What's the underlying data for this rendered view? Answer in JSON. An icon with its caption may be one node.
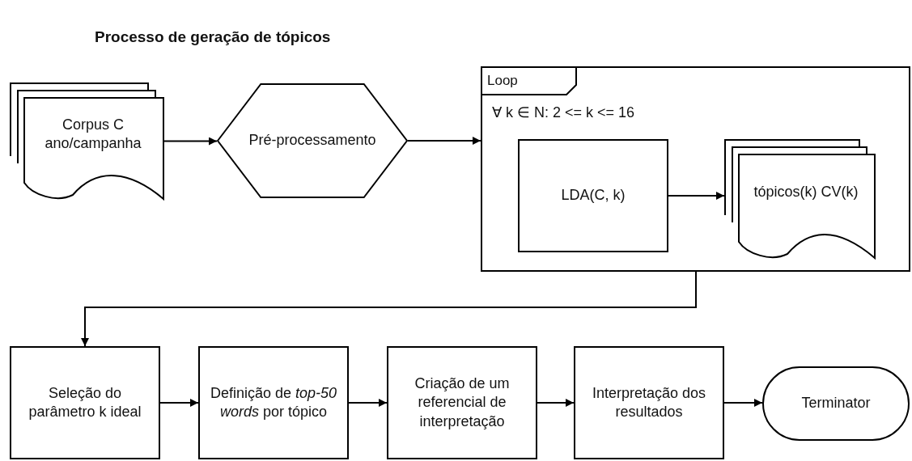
{
  "diagram": {
    "title": "Processo de geração de tópicos",
    "nodes": [
      {
        "text": [
          "Corpus C ano/campanha"
        ]
      },
      {
        "text": [
          "Pré-processamento"
        ]
      },
      {
        "text": [
          "Loop",
          "∀ k ∈ N: 2 <= k <= 16"
        ]
      },
      {
        "text": [
          "LDA(C, k)"
        ],
        "in": 2
      },
      {
        "text": [
          "tópicos(k) CV(k)"
        ],
        "in": 2
      },
      {
        "text": [
          "Seleção do parâmetro k ideal"
        ]
      },
      {
        "text": [
          "Definição de *top-50 words* por tópico"
        ]
      },
      {
        "text": [
          "Criação de um referencial de interpretação"
        ]
      },
      {
        "text": [
          "Interpretação dos resultados"
        ]
      },
      {
        "text": [
          "Terminator"
        ]
      }
    ],
    "edges": [
      {
        "from": 0,
        "to": 1,
        "arrow": "to"
      },
      {
        "from": 1,
        "to": 2,
        "arrow": "to"
      },
      {
        "from": 3,
        "to": 4,
        "arrow": "to"
      },
      {
        "from": 2,
        "to": 5,
        "arrow": "to"
      },
      {
        "from": 5,
        "to": 6,
        "arrow": "to"
      },
      {
        "from": 6,
        "to": 7,
        "arrow": "to"
      },
      {
        "from": 7,
        "to": 8,
        "arrow": "to"
      },
      {
        "from": 8,
        "to": 9,
        "arrow": "to"
      }
    ]
  }
}
